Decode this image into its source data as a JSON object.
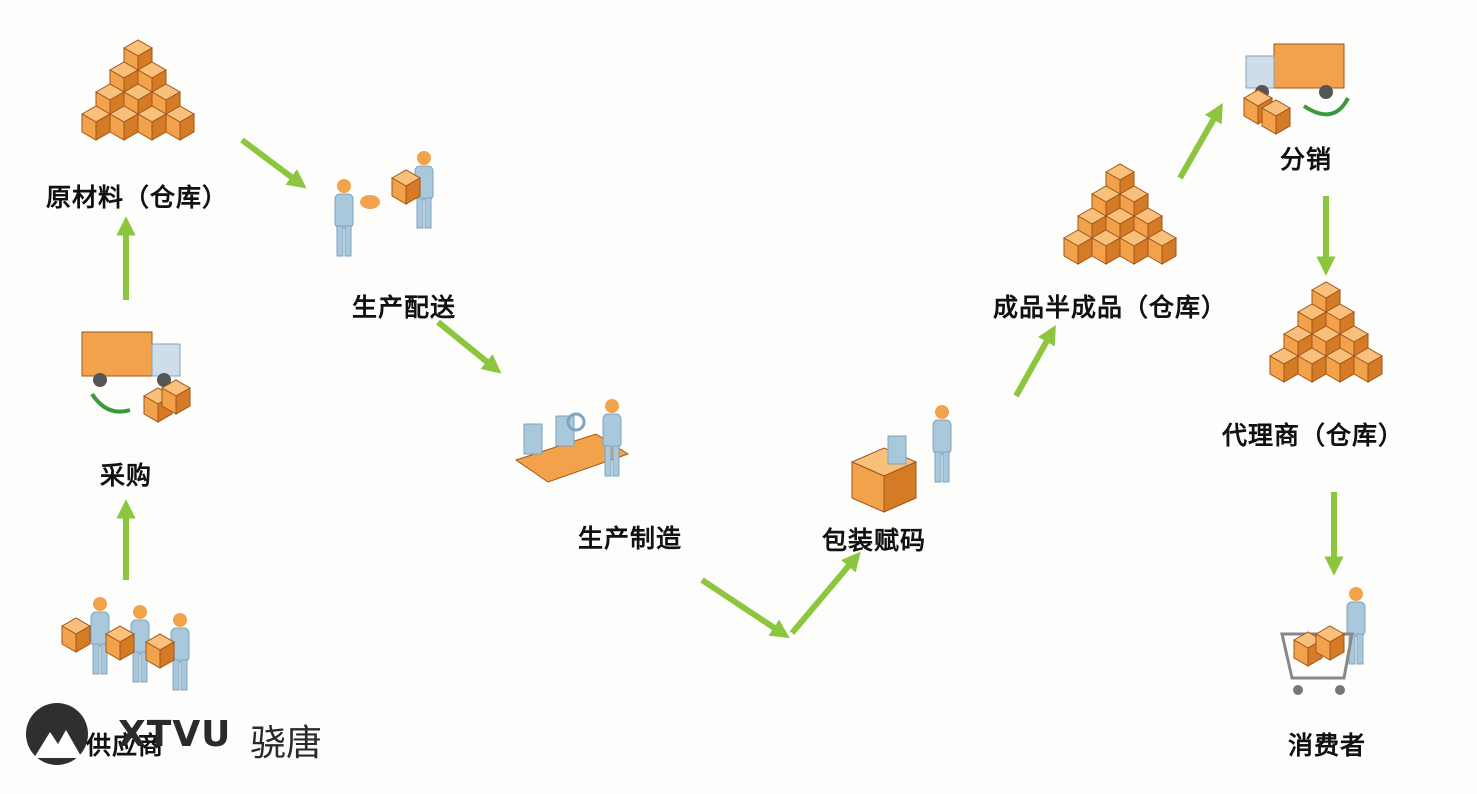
{
  "nodes": [
    {
      "id": "raw-material",
      "label": "原材料（仓库）"
    },
    {
      "id": "production-delivery",
      "label": "生产配送"
    },
    {
      "id": "manufacturing",
      "label": "生产制造"
    },
    {
      "id": "packaging-coding",
      "label": "包装赋码"
    },
    {
      "id": "semi-finished-warehouse",
      "label": "成品半成品（仓库）"
    },
    {
      "id": "distribution",
      "label": "分销"
    },
    {
      "id": "agent-warehouse",
      "label": "代理商（仓库）"
    },
    {
      "id": "consumer",
      "label": "消费者"
    },
    {
      "id": "procurement",
      "label": "采购"
    },
    {
      "id": "supplier",
      "label": "供应商"
    }
  ],
  "colors": {
    "arrow": "#8cc63f",
    "box": "#f2a24a",
    "box_dark": "#c8701e",
    "person": "#a9c8dc",
    "person_head": "#f2a24a"
  },
  "watermark": {
    "latin": "XTVU",
    "chinese": "骁唐"
  }
}
